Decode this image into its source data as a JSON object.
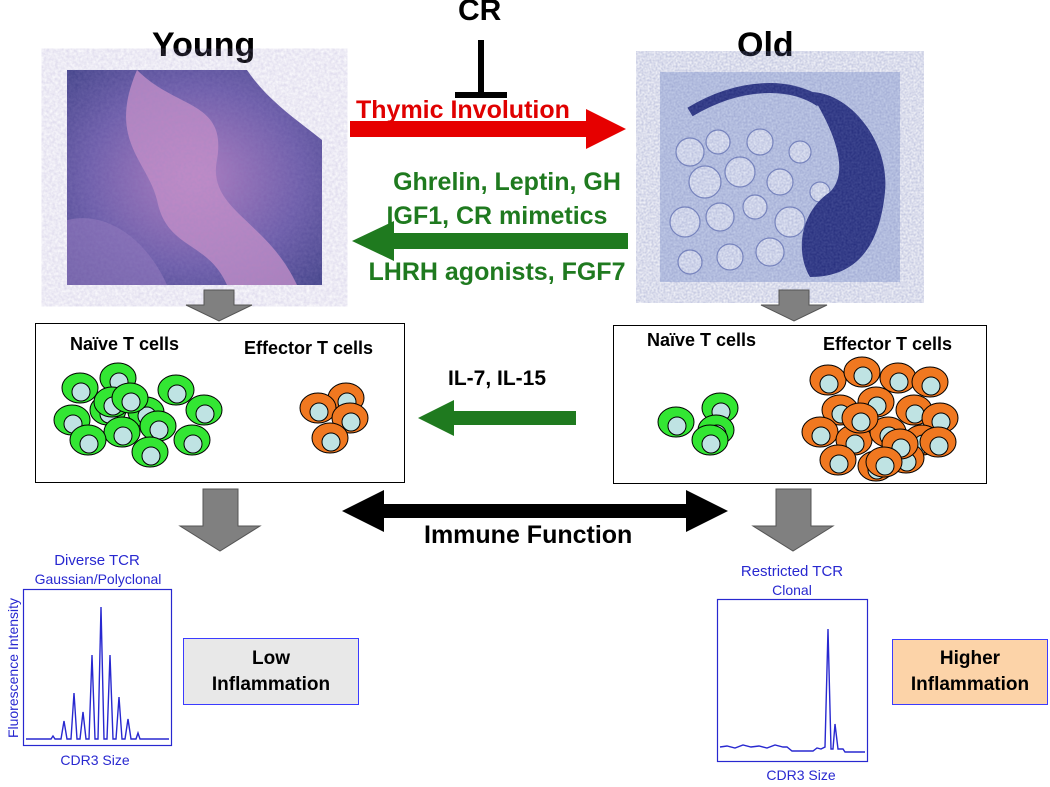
{
  "titles": {
    "young": "Young",
    "old": "Old",
    "cr": "CR"
  },
  "arrows": {
    "thymic_involution": "Thymic Involution",
    "reversal_line1": "Ghrelin, Leptin, GH",
    "reversal_line2": "IGF1, CR mimetics",
    "reversal_line3": "LHRH agonists, FGF7",
    "cytokines": "IL-7, IL-15",
    "immune_function": "Immune Function"
  },
  "young_box": {
    "naive": "Naïve T cells",
    "effector": "Effector T cells"
  },
  "old_box": {
    "naive": "Naïve T cells",
    "effector": "Effector T cells"
  },
  "young_spectra": {
    "title": "Diverse TCR",
    "subtitle": "Gaussian/Polyclonal",
    "ylabel": "Fluorescence Intensity",
    "xlabel": "CDR3 Size"
  },
  "old_spectra": {
    "title": "Restricted TCR",
    "subtitle": "Clonal",
    "xlabel": "CDR3 Size"
  },
  "results": {
    "young": {
      "line1": "Low",
      "line2": "Inflammation"
    },
    "old": {
      "line1": "Higher",
      "line2": "Inflammation"
    }
  },
  "colors": {
    "red_arrow": "#e60000",
    "green_arrow": "#1f7a1f",
    "naive_cell": "#33e633",
    "effector_cell": "#f07820",
    "nucleus": "#bfe3e3",
    "low_box_bg": "#e8e8e8",
    "high_box_bg": "#fcd3a8",
    "spectra_blue": "#2828d0"
  },
  "icons": {
    "cr_inhibit": "inhibition-t-icon",
    "gray_arrow": "down-arrow-icon"
  }
}
